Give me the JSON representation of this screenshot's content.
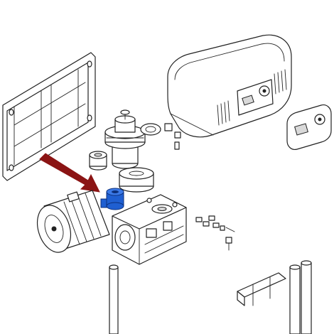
{
  "diagram": {
    "colors": {
      "line": "#222222",
      "background": "#ffffff",
      "highlight_part": "#1f5fd1",
      "highlight_part_dark": "#0c2f7a",
      "pointer_arrow": "#8b1414"
    },
    "parts": [
      "wall-bracket",
      "motor-cover",
      "control-panel",
      "cover-label-plate",
      "gear-stack",
      "small-clip",
      "release-ring",
      "clutch-assembly",
      "drive-pulley",
      "highlighted-bushing",
      "electric-motor",
      "gearbox-housing",
      "limit-screws",
      "drive-shaft",
      "mounting-bracket"
    ],
    "highlighted_part": "highlighted-bushing",
    "pointer": "pointer-arrow"
  }
}
